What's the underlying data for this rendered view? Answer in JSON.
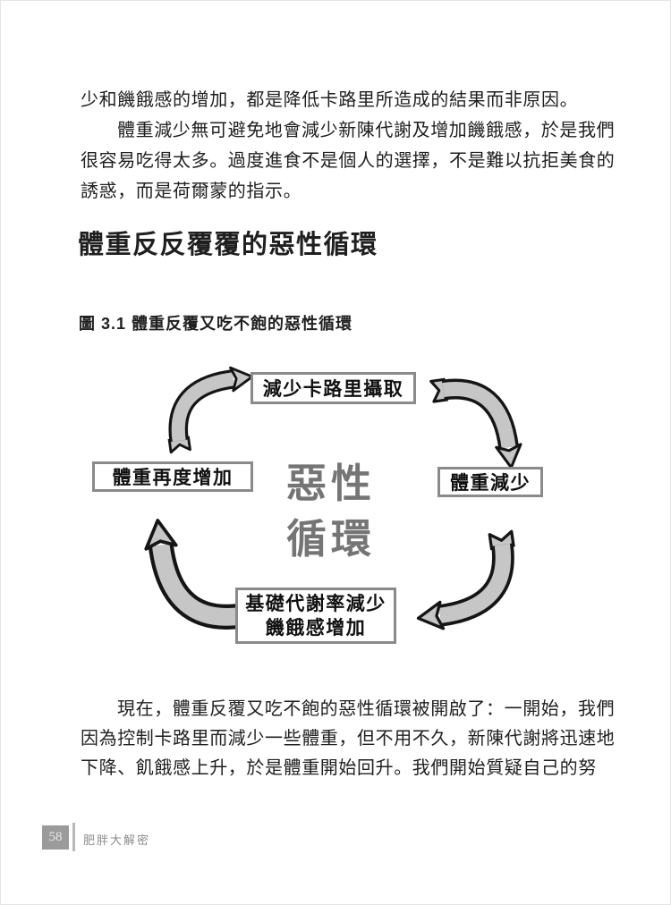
{
  "theme": {
    "paper": "#ffffff",
    "ink": "#1f1f1f",
    "arrow_fill": "#c6c6c6",
    "arrow_outline": "#151515",
    "box_border": "#8a8a8a",
    "center_text": "#757575",
    "badge_bg": "#9b9b9b",
    "badge_text": "#e8e8e8",
    "footer_text": "#8c8c8c",
    "divider": "#b8b8b8"
  },
  "content": {
    "para1_lines": [
      "少和饑餓感的增加，都是降低卡路里所造成的結果而非原因。",
      "體重減少無可避免地會減少新陳代謝及增加饑餓感，於是我們",
      "很容易吃得太多。過度進食不是個人的選擇，不是難以抗拒美食的",
      "誘惑，而是荷爾蒙的指示。"
    ],
    "heading": "體重反反覆覆的惡性循環",
    "figure_caption": "圖 3.1 體重反覆又吃不飽的惡性循環",
    "para2_lines": [
      "現在，體重反覆又吃不飽的惡性循環被開啟了：一開始，我們",
      "因為控制卡路里而減少一些體重，但不用不久，新陳代謝將迅速地",
      "下降、飢餓感上升，於是體重開始回升。我們開始質疑自己的努"
    ]
  },
  "diagram": {
    "top_box": "減少卡路里攝取",
    "right_box": "體重減少",
    "bottom_box_line1": "基礎代謝率減少",
    "bottom_box_line2": "饑餓感增加",
    "left_box": "體重再度增加",
    "center_line1": "惡性",
    "center_line2": "循環"
  },
  "footer": {
    "page_number": "58",
    "book_title": "肥胖大解密"
  }
}
